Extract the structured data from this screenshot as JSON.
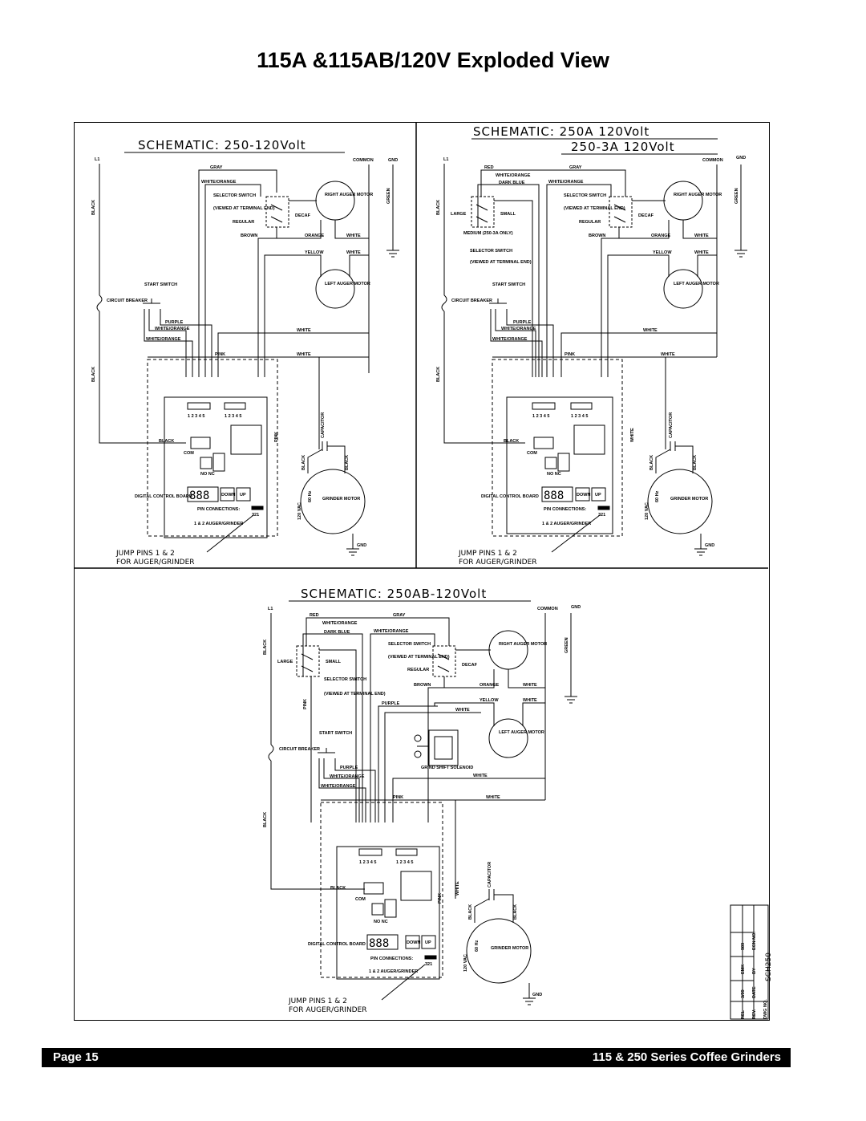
{
  "page_title": "115A &115AB/120V Exploded View",
  "footer": {
    "page": "Page 15",
    "series": "115 & 250 Series Coffee Grinders"
  },
  "schematics": {
    "s1": {
      "heading": "SCHEMATIC: 250-120Volt"
    },
    "s2": {
      "heading_line1": "SCHEMATIC: 250A      120Volt",
      "heading_line2": "250-3A  120Volt"
    },
    "s3": {
      "heading": "SCHEMATIC: 250AB-120Volt"
    }
  },
  "labels": {
    "l1": "L1",
    "common": "COMMON",
    "gnd": "GND",
    "gray": "GRAY",
    "red": "RED",
    "white_orange": "WHITE/ORANGE",
    "dark_blue": "DARK BLUE",
    "selector_switch": "SELECTOR SWITCH",
    "viewed_at": "(VIEWED AT TERMINAL END)",
    "decaf": "DECAF",
    "regular": "REGULAR",
    "brown": "BROWN",
    "orange": "ORANGE",
    "white": "WHITE",
    "yellow": "YELLOW",
    "right_auger_motor": "RIGHT AUGER MOTOR",
    "left_auger_motor": "LEFT AUGER MOTOR",
    "green": "GREEN",
    "black": "BLACK",
    "start_switch": "START SWITCH",
    "circuit_breaker": "CIRCUIT BREAKER",
    "purple": "PURPLE",
    "pink": "PINK",
    "large": "LARGE",
    "small": "SMALL",
    "medium": "MEDIUM (250-3A ONLY)",
    "digital_control_board": "DIGITAL CONTROL BOARD",
    "pin_connections": "PIN CONNECTIONS:",
    "jump_pins_small": "1 & 2 AUGER/GRINDER",
    "com": "COM",
    "no_nc": "NO NC",
    "down": "DOWN",
    "up": "UP",
    "capacitor": "CAPACITOR",
    "grinder_motor": "GRINDER MOTOR",
    "vac": "120 VAC",
    "hz": "60 Hz",
    "pins": "1 2 3 4 5",
    "pins321": "321",
    "jump_pins": "JUMP PINS 1 & 2",
    "for_auger": "FOR AUGER/GRINDER",
    "grind_shift": "GRIND SHIFT SOLENOID",
    "digits": "888",
    "n1": "1",
    "n2": "2",
    "n3": "3",
    "n4": "4"
  },
  "title_block": {
    "rev_label": "REV.",
    "date_label": "DATE",
    "by_label": "BY",
    "ecn_label": "ECN NO.",
    "rev": "REL",
    "date": "3/99",
    "by": "EMK",
    "ecn": "989",
    "dwg_label": "DWG NO.",
    "dwg": "SCH250"
  }
}
